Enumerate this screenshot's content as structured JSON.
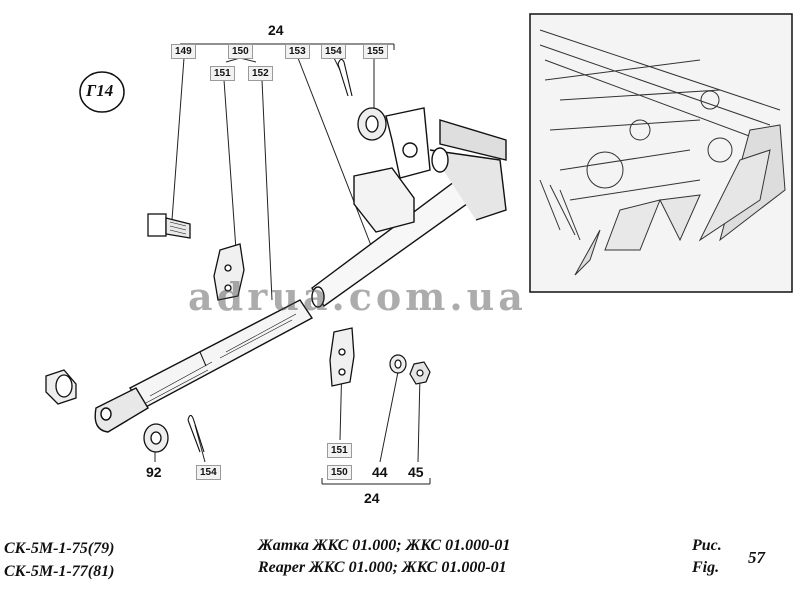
{
  "figure_id": "Г14",
  "callouts": {
    "top_group": "24",
    "p149": "149",
    "p150_top": "150",
    "p151_top": "151",
    "p152": "152",
    "p153": "153",
    "p154_top": "154",
    "p155": "155",
    "p92": "92",
    "p154_bottom": "154",
    "p151_bottom": "151",
    "p150_bottom": "150",
    "p44": "44",
    "p45": "45",
    "bottom_group": "24"
  },
  "watermark": "adrua.com.ua",
  "caption": {
    "model_line1": "СК-5М-1-75(79)",
    "model_line2": "СК-5М-1-77(81)",
    "title_ru": "Жатка ЖКС 01.000; ЖКС 01.000-01",
    "title_en": "Reaper ЖКС 01.000; ЖКС 01.000-01",
    "fig_ru": "Рис.",
    "fig_en": "Fig.",
    "fig_number": "57"
  }
}
